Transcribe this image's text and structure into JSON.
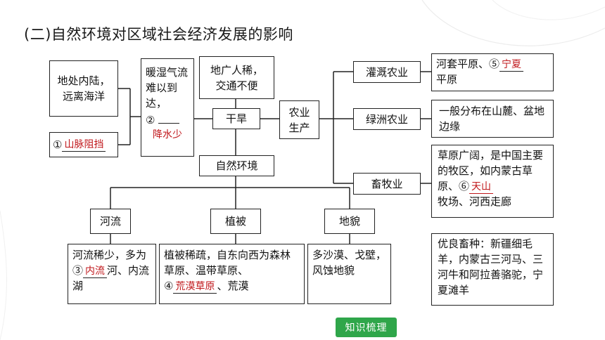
{
  "heading": "(二)自然环境对区域社会经济发展的影响",
  "nodes": {
    "inland": "地处内陆，远离海洋",
    "blank1_prefix": "①",
    "blank1_answer": "山脉阻挡",
    "moist_air": "暖湿气流难以到达，",
    "blank2_prefix": "②",
    "blank2_answer": "降水少",
    "sparse": "地广人稀，交通不便",
    "arid": "干旱",
    "agri": "农业生产",
    "natural_env": "自然环境",
    "irrigation": "灌溉农业",
    "hetao_prefix": "河套平原、⑤",
    "hetao_answer": "宁夏",
    "hetao_suffix": "平原",
    "oasis": "绿洲农业",
    "oasis_detail": "一般分布在山麓、盆地边缘",
    "grassland_text": "草原广阔，是中国主要的牧区，如内蒙古草原、⑥",
    "grassland_answer": "天山",
    "grassland_suffix": "牧场、河西走廊",
    "animal": "畜牧业",
    "breeds": "优良畜种：新疆细毛羊，内蒙古三河马、三河牛和阿拉善骆驼，宁夏滩羊",
    "river": "河流",
    "vegetation": "植被",
    "landform": "地貌",
    "river_text_a": "河流稀少，多为③",
    "river_answer": "内流",
    "river_text_b": "河、内流湖",
    "veg_text": "植被稀疏，自东向西为森林草原、温带草原、",
    "veg_prefix": "④",
    "veg_answer": "荒漠草原",
    "veg_suffix": "、荒漠",
    "landform_text": "多沙漠、戈壁，风蚀地貌"
  },
  "footer_badge": "知识梳理",
  "colors": {
    "answer": "#c0171b",
    "badge": "#2fa64a"
  }
}
